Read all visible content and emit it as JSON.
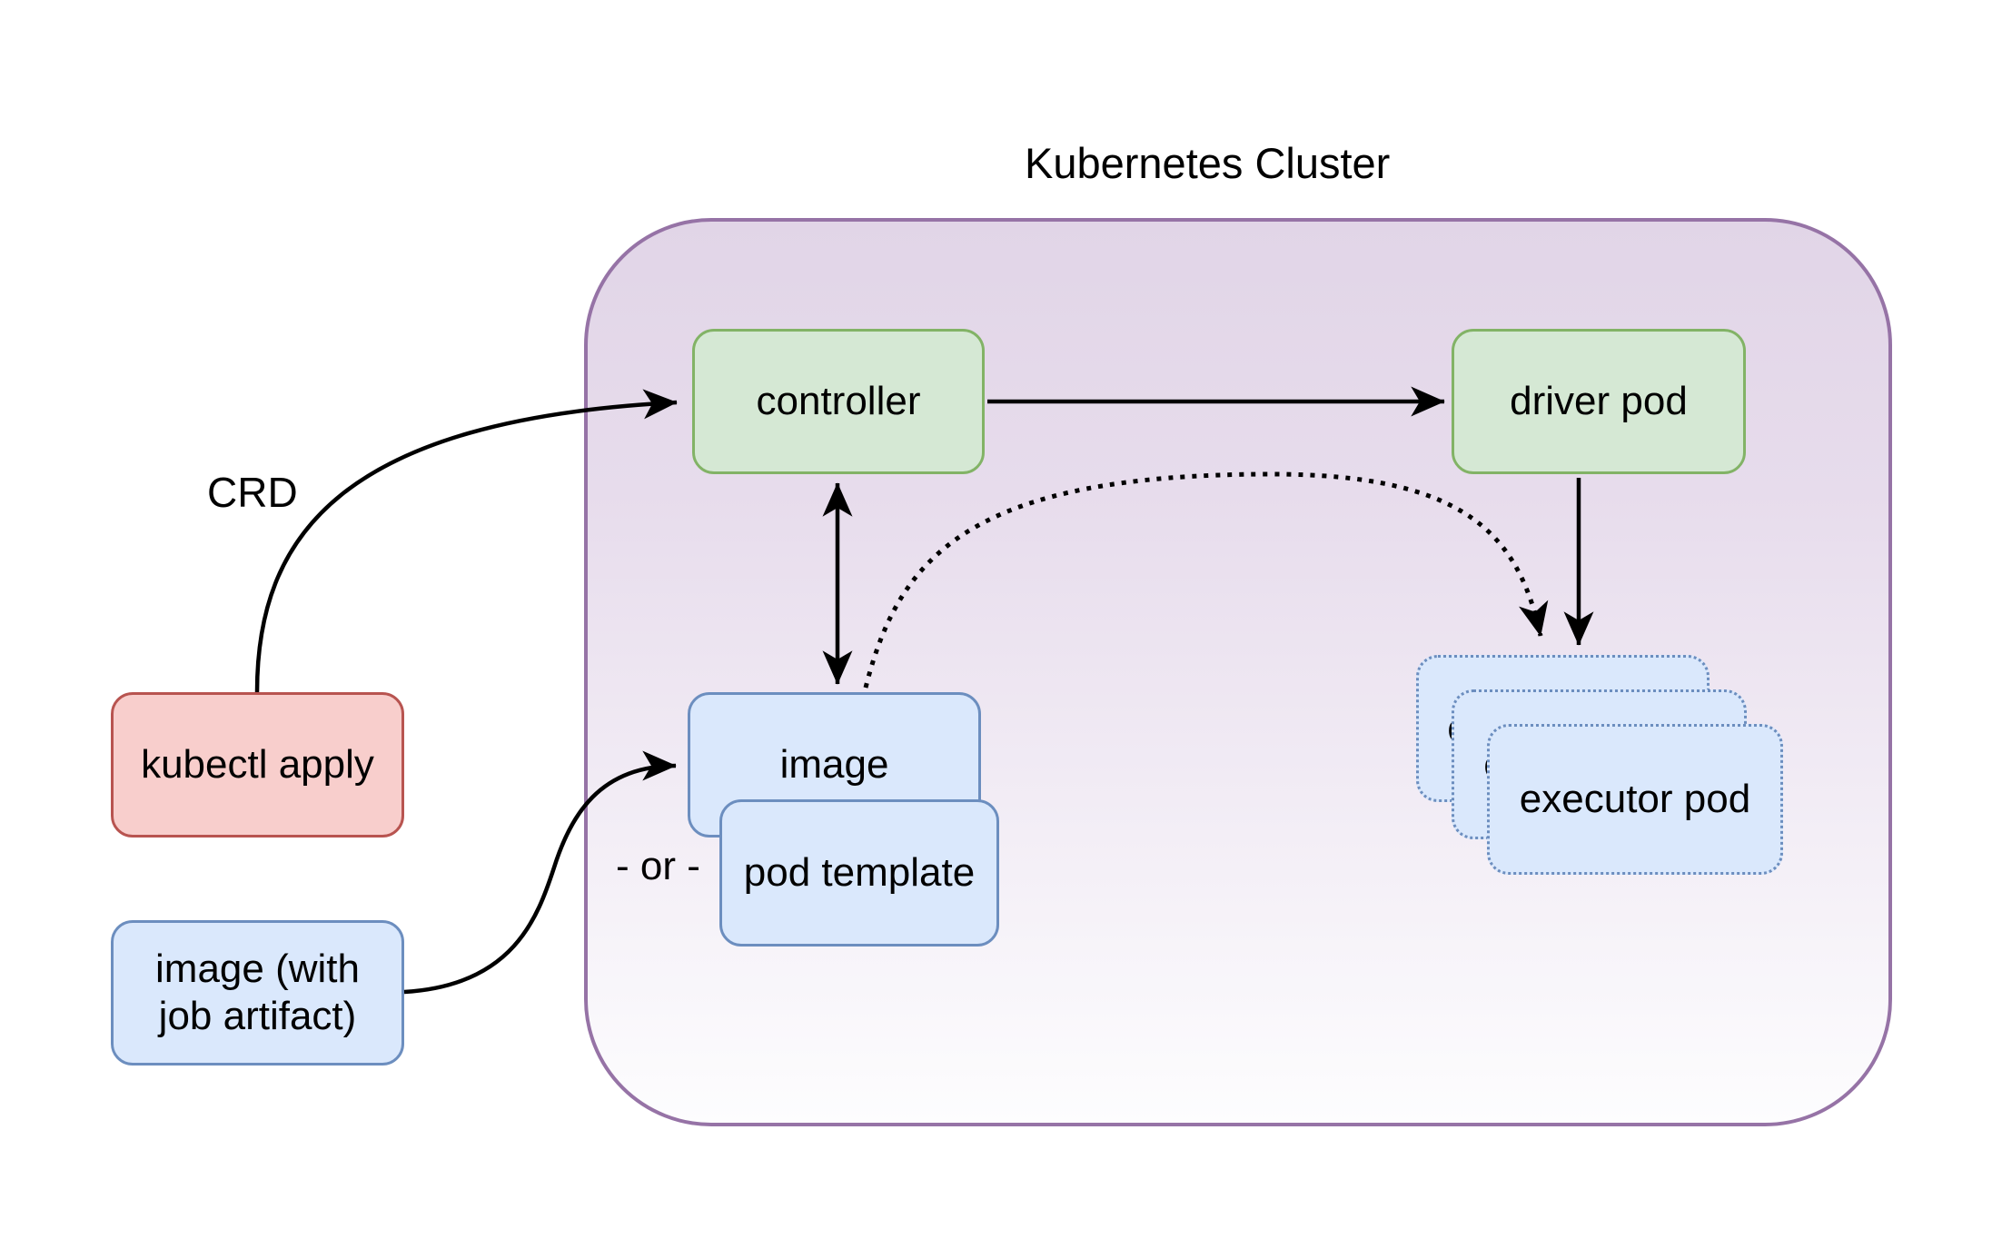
{
  "diagram": {
    "title": "Kubernetes Cluster",
    "nodes": {
      "kubectl_apply": "kubectl apply",
      "image_with_job_artifact_line1": "image (with",
      "image_with_job_artifact_line2": "job artifact)",
      "controller": "controller",
      "driver_pod": "driver pod",
      "image": "image",
      "pod_template": "pod template",
      "executor_pod": "executor pod"
    },
    "edge_labels": {
      "crd": "CRD",
      "or": "- or -"
    },
    "colors": {
      "cluster_border": "#9673a6",
      "cluster_fill_top": "#e1d5e7",
      "cluster_fill_bottom": "#fdfdfe",
      "green_fill": "#d5e8d4",
      "green_border": "#82b366",
      "blue_fill": "#dae8fc",
      "blue_border": "#6c8ebf",
      "red_fill": "#f8cecc",
      "red_border": "#b85450",
      "edge_color": "#000000"
    }
  }
}
